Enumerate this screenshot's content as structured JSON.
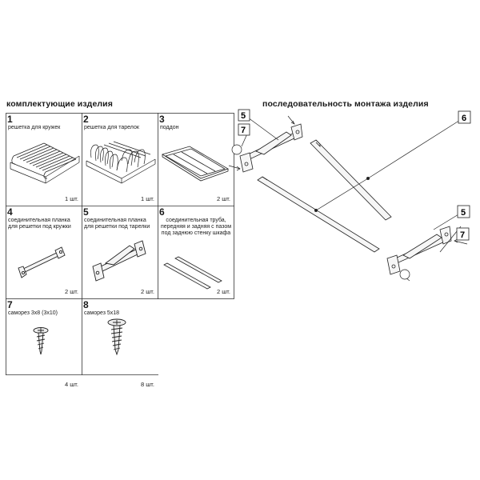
{
  "headings": {
    "components": "комплектующие изделия",
    "assembly": "последовательность монтажа изделия"
  },
  "components": [
    {
      "number": "1",
      "label": "решетка для кружек",
      "qty": "1 шт."
    },
    {
      "number": "2",
      "label": "решетка для тарелок",
      "qty": "1 шт."
    },
    {
      "number": "3",
      "label": "поддон",
      "qty": "2 шт."
    },
    {
      "number": "4",
      "label": "соединительная планка для решетки под кружки",
      "qty": "2 шт."
    },
    {
      "number": "5",
      "label": "соединительная планка для решетки под тарелки",
      "qty": "2 шт."
    },
    {
      "number": "6",
      "label": "соединительная труба, передняя и задняя с пазом под заднюю стенку шкафа",
      "qty": "2 шт."
    },
    {
      "number": "7",
      "label": "саморез 3x8 (3x10)",
      "qty": "4 шт."
    },
    {
      "number": "8",
      "label": "саморез 5x18",
      "qty": "8 шт."
    }
  ],
  "callouts": {
    "bracket_left": "5",
    "screw_left": "7",
    "tube": "6",
    "bracket_right": "5",
    "screw_right": "7"
  },
  "icons": {
    "cup_rack": "wire-rack-icon",
    "plate_rack": "dish-rack-icon",
    "tray": "drip-tray-icon",
    "cup_bar": "bracket-icon",
    "plate_bar": "bracket-icon",
    "tube": "tube-icon",
    "small_screw": "screw-icon",
    "large_screw": "screw-icon"
  }
}
